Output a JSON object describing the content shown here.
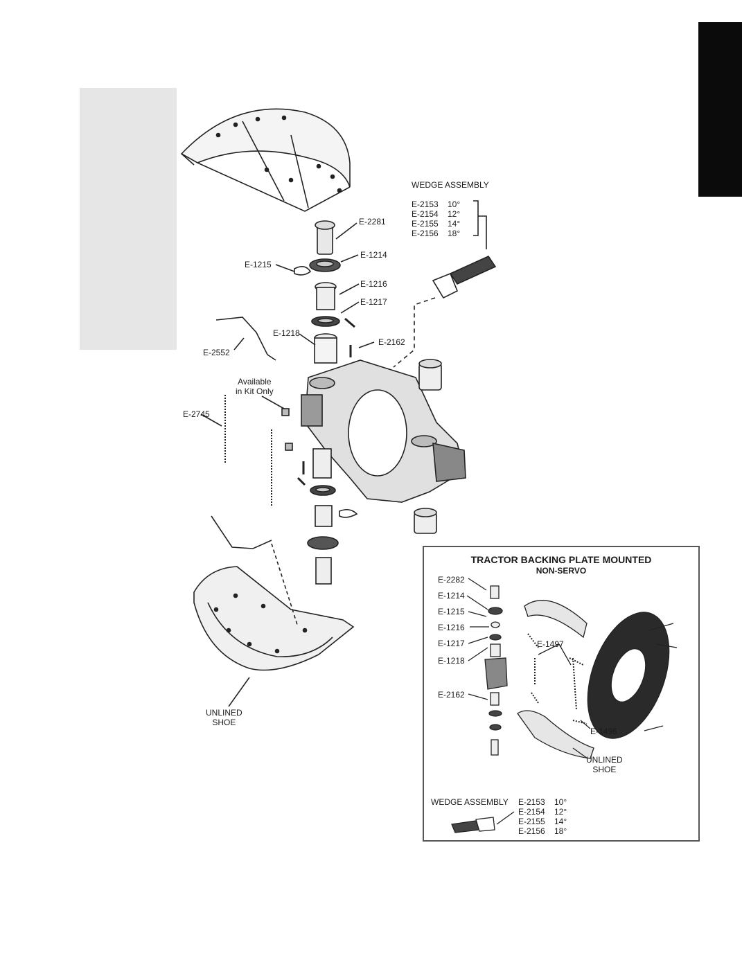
{
  "main": {
    "wedge_assembly": {
      "title": "WEDGE ASSEMBLY",
      "items": [
        {
          "part": "E-2153",
          "angle": "10°"
        },
        {
          "part": "E-2154",
          "angle": "12°"
        },
        {
          "part": "E-2155",
          "angle": "14°"
        },
        {
          "part": "E-2156",
          "angle": "18°"
        }
      ]
    },
    "labels": {
      "e2281": "E-2281",
      "e1214": "E-1214",
      "e1215": "E-1215",
      "e1216": "E-1216",
      "e1217": "E-1217",
      "e1218": "E-1218",
      "e2162": "E-2162",
      "e2552": "E-2552",
      "available_line1": "Available",
      "available_line2": "in Kit Only",
      "e2745": "E-2745",
      "unlined_line1": "UNLINED",
      "unlined_line2": "SHOE"
    }
  },
  "inset": {
    "title": "TRACTOR BACKING PLATE MOUNTED",
    "subtitle": "NON-SERVO",
    "labels": {
      "e2282": "E-2282",
      "e1214": "E-1214",
      "e1215": "E-1215",
      "e1216": "E-1216",
      "e1217": "E-1217",
      "e1218": "E-1218",
      "e2162": "E-2162",
      "e1497": "E-1497",
      "e1496": "E-1496",
      "unlined_line1": "UNLINED",
      "unlined_line2": "SHOE"
    },
    "wedge_assembly": {
      "title": "WEDGE ASSEMBLY",
      "items": [
        {
          "part": "E-2153",
          "angle": "10°"
        },
        {
          "part": "E-2154",
          "angle": "12°"
        },
        {
          "part": "E-2155",
          "angle": "14°"
        },
        {
          "part": "E-2156",
          "angle": "18°"
        }
      ]
    }
  }
}
